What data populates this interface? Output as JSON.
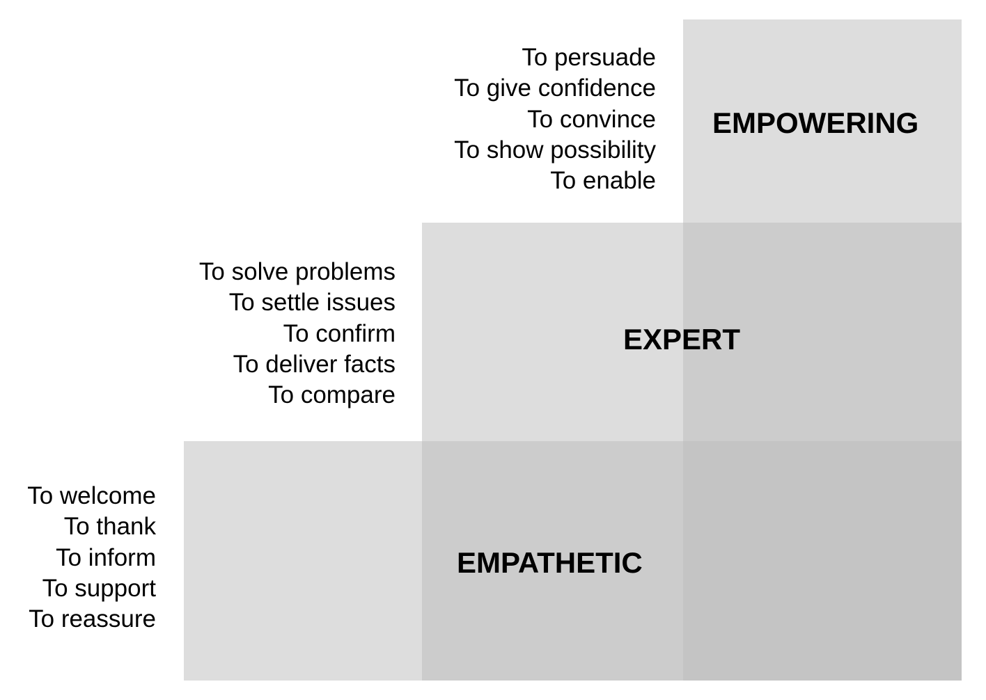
{
  "levels": {
    "empowering": {
      "title": "EMPOWERING",
      "purposes": [
        "To persuade",
        "To give confidence",
        "To convince",
        "To show possibility",
        "To enable"
      ]
    },
    "expert": {
      "title": "EXPERT",
      "purposes": [
        "To solve problems",
        "To settle issues",
        "To confirm",
        "To deliver facts",
        "To compare"
      ]
    },
    "empathetic": {
      "title": "EMPATHETIC",
      "purposes": [
        "To welcome",
        "To thank",
        "To inform",
        "To support",
        "To reassure"
      ]
    }
  },
  "colors": {
    "block_fill": "#bbbbbb",
    "block_opacity": "0.5",
    "text": "#000000",
    "background": "#ffffff"
  }
}
